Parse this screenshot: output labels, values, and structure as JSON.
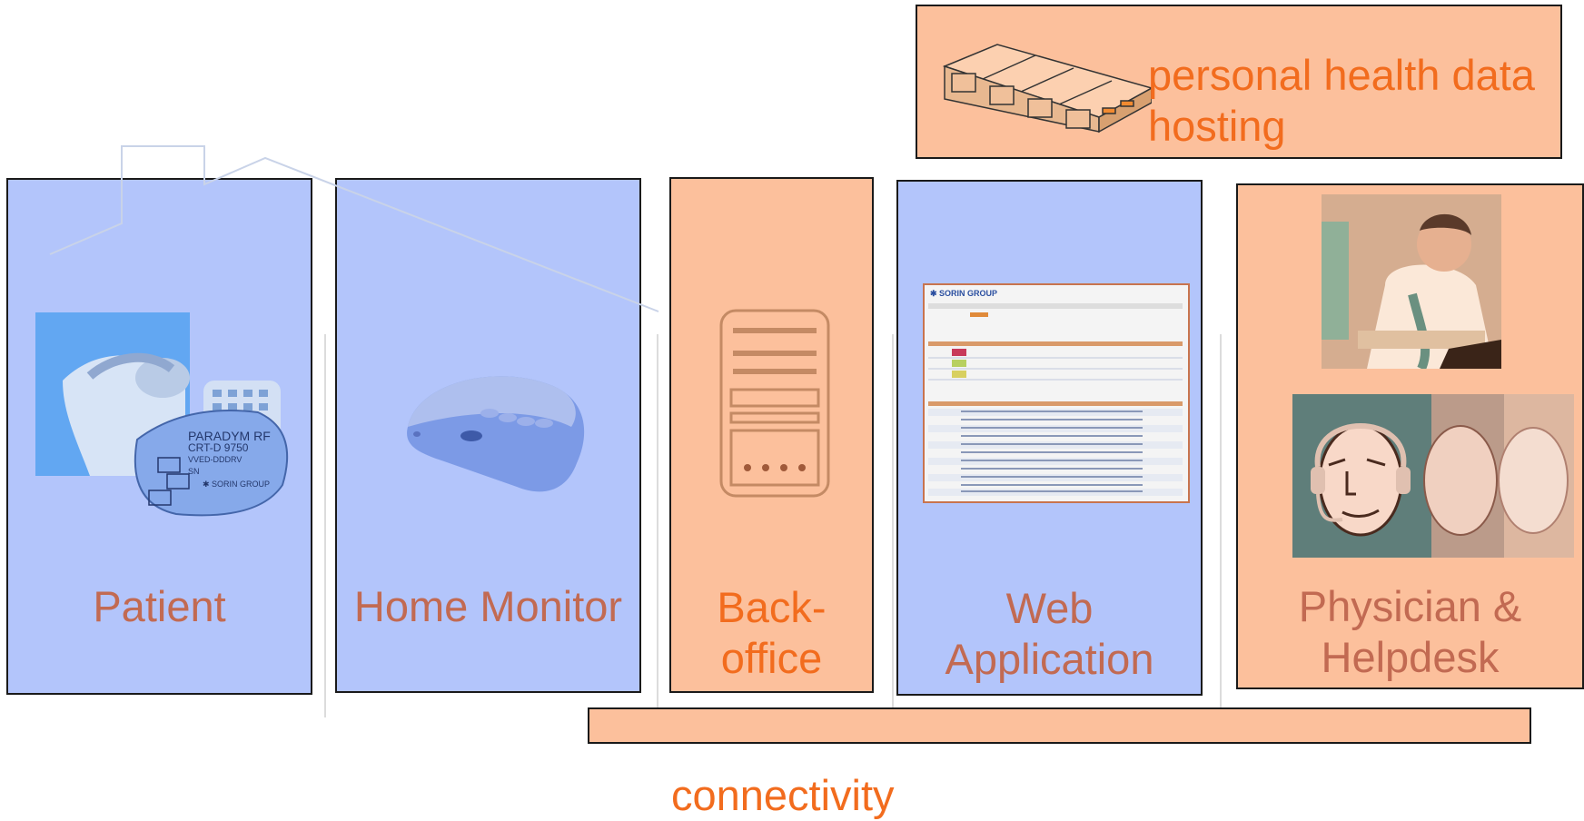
{
  "hosting": {
    "label_line1": "personal health data",
    "label_line2": "hosting"
  },
  "panels": {
    "patient": {
      "label": "Patient"
    },
    "home_monitor": {
      "label": "Home Monitor"
    },
    "back_office": {
      "label_line1": "Back-",
      "label_line2": "office"
    },
    "web_app": {
      "label_line1": "Web",
      "label_line2": "Application"
    },
    "physician": {
      "label_line1": "Physician &",
      "label_line2": "Helpdesk"
    }
  },
  "device": {
    "brand": "PARADYM RF",
    "model": "CRT-D 9750",
    "mode": "VVED-DDDRV",
    "sn": "SN",
    "maker": "SORIN GROUP"
  },
  "web_screenshot": {
    "logo_text": "SORIN GROUP"
  },
  "connectivity": {
    "label": "connectivity"
  },
  "colors": {
    "blue_panel": "#b3c5fb",
    "peach_panel": "#fcc09c",
    "label_text": "#c26a52",
    "orange_text": "#f26c1e"
  }
}
